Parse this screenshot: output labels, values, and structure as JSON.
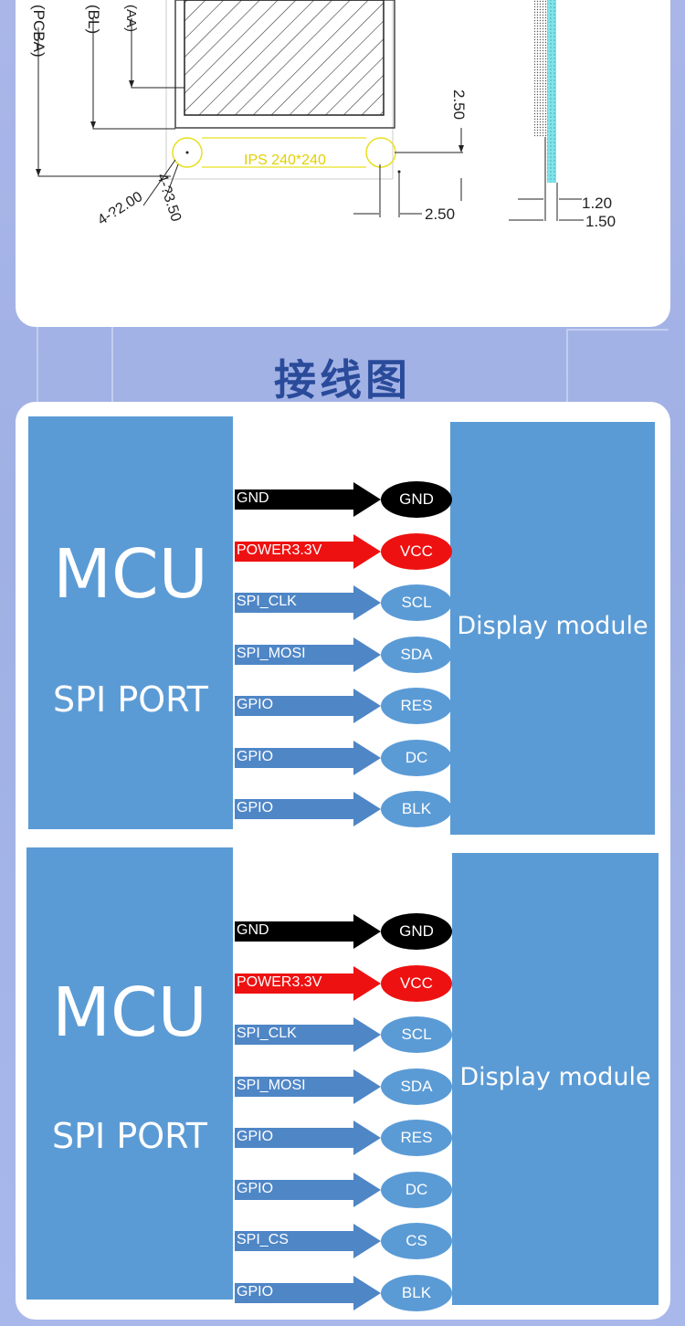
{
  "section_title": "接线图",
  "drawing": {
    "labels": {
      "pcba": "(PCBA)",
      "bl": "(BL)",
      "aa": "(AA)",
      "panel": "IPS 240*240"
    },
    "dims": {
      "top_right": "2.50",
      "bottom_right": "2.50",
      "hole_d": "4-?2.00",
      "hole_r": "4-?3.50",
      "t1": "1.20",
      "t2": "1.50"
    }
  },
  "diagrams": [
    {
      "mcu_title": "MCU",
      "mcu_sub": "SPI PORT",
      "display_label": "Display module",
      "connections": [
        {
          "signal": "GND",
          "pin": "GND",
          "kind": "gnd"
        },
        {
          "signal": "POWER3.3V",
          "pin": "VCC",
          "kind": "power"
        },
        {
          "signal": "SPI_CLK",
          "pin": "SCL",
          "kind": "data"
        },
        {
          "signal": "SPI_MOSI",
          "pin": "SDA",
          "kind": "data"
        },
        {
          "signal": "GPIO",
          "pin": "RES",
          "kind": "data"
        },
        {
          "signal": "GPIO",
          "pin": "DC",
          "kind": "data"
        },
        {
          "signal": "GPIO",
          "pin": "BLK",
          "kind": "data"
        }
      ]
    },
    {
      "mcu_title": "MCU",
      "mcu_sub": "SPI PORT",
      "display_label": "Display module",
      "connections": [
        {
          "signal": "GND",
          "pin": "GND",
          "kind": "gnd"
        },
        {
          "signal": "POWER3.3V",
          "pin": "VCC",
          "kind": "power"
        },
        {
          "signal": "SPI_CLK",
          "pin": "SCL",
          "kind": "data"
        },
        {
          "signal": "SPI_MOSI",
          "pin": "SDA",
          "kind": "data"
        },
        {
          "signal": "GPIO",
          "pin": "RES",
          "kind": "data"
        },
        {
          "signal": "GPIO",
          "pin": "DC",
          "kind": "data"
        },
        {
          "signal": "SPI_CS",
          "pin": "CS",
          "kind": "data"
        },
        {
          "signal": "GPIO",
          "pin": "BLK",
          "kind": "data"
        }
      ]
    }
  ],
  "colors": {
    "block": "#5b9bd5",
    "gnd": "#000000",
    "power": "#ee1111",
    "data_arrow": "#4f86c6",
    "pin_bg": "#5b9bd5"
  }
}
